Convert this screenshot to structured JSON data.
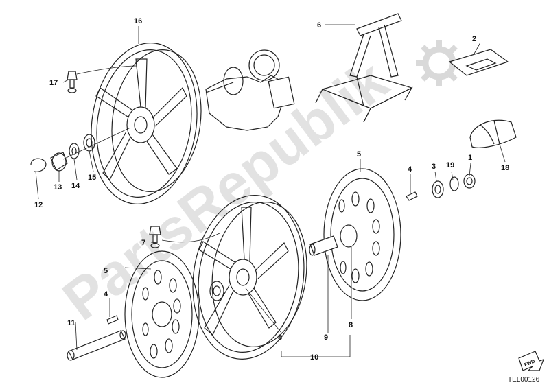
{
  "drawing_code": "TEL00126",
  "watermark_text": "PartsRepublik",
  "fwd_label": "FWD",
  "callouts": {
    "c1": "1",
    "c2": "2",
    "c3": "3",
    "c4_top": "4",
    "c4_bottom": "4",
    "c5_top": "5",
    "c5_bottom": "5",
    "c6": "6",
    "c7": "7",
    "c8_hub": "8",
    "c8_disc": "8",
    "c9": "9",
    "c10": "10",
    "c11": "11",
    "c12": "12",
    "c13": "13",
    "c14": "14",
    "c15": "15",
    "c16": "16",
    "c17": "17",
    "c18": "18",
    "c19": "19"
  },
  "colors": {
    "line": "#222222",
    "watermark": "#d9d9d9",
    "background": "#ffffff"
  }
}
